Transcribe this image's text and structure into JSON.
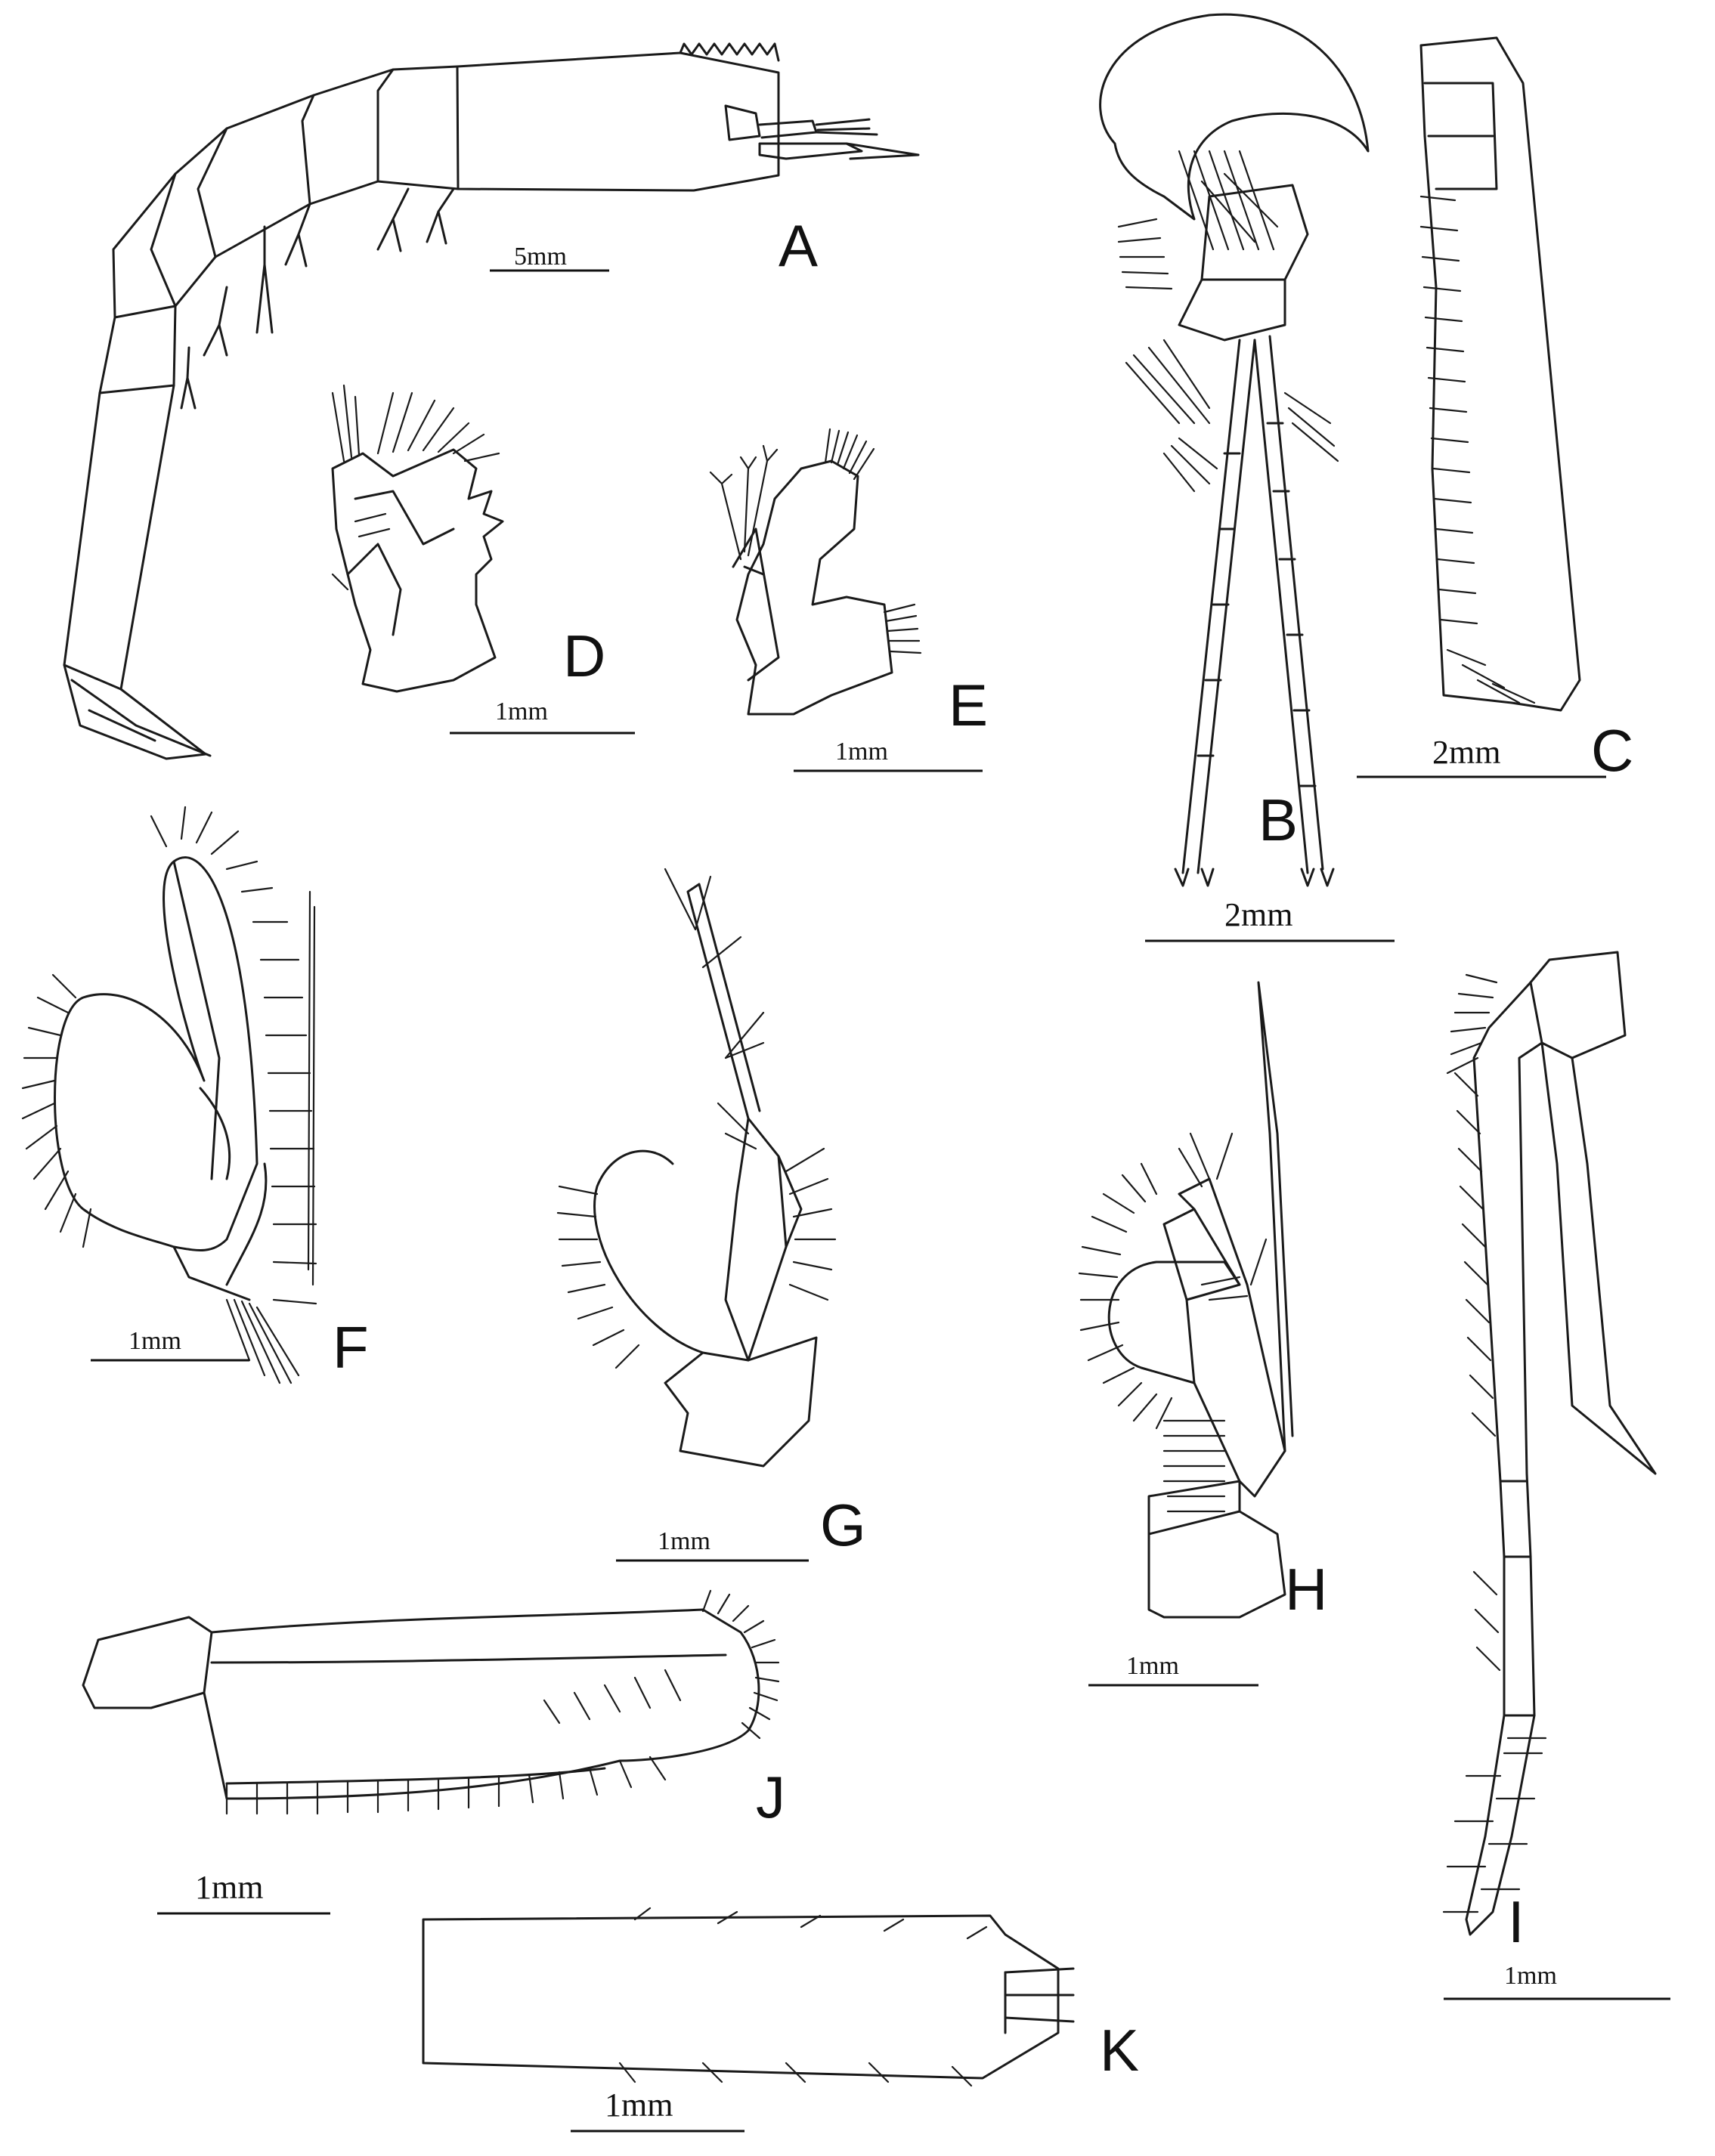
{
  "figure": {
    "panels": [
      {
        "id": "A",
        "letter": "A",
        "scale": "5mm"
      },
      {
        "id": "B",
        "letter": "B",
        "scale": "2mm"
      },
      {
        "id": "C",
        "letter": "C",
        "scale": "2mm"
      },
      {
        "id": "D",
        "letter": "D",
        "scale": "1mm"
      },
      {
        "id": "E",
        "letter": "E",
        "scale": "1mm"
      },
      {
        "id": "F",
        "letter": "F",
        "scale": "1mm"
      },
      {
        "id": "G",
        "letter": "G",
        "scale": "1mm"
      },
      {
        "id": "H",
        "letter": "H",
        "scale": "1mm"
      },
      {
        "id": "I",
        "letter": "I",
        "scale": "1mm"
      },
      {
        "id": "J",
        "letter": "J",
        "scale": "1mm"
      },
      {
        "id": "K",
        "letter": "K",
        "scale": "1mm"
      }
    ]
  }
}
